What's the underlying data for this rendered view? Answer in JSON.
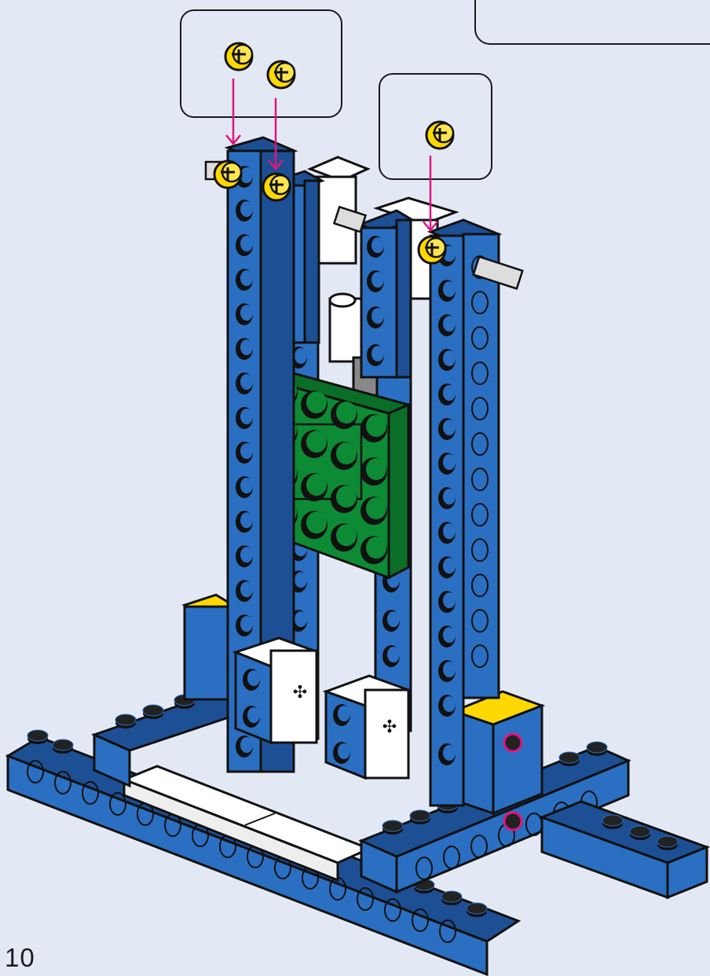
{
  "page": {
    "number": "10",
    "background": "#e3e9f4"
  },
  "colors": {
    "beam_blue": "#2a6fc1",
    "beam_blue_dark": "#1d4f94",
    "plate_green": "#0d8a34",
    "pin_yellow": "#ffd800",
    "arrow_magenta": "#e0147f",
    "white_brick": "#ffffff",
    "outline": "#111111"
  },
  "callouts": [
    {
      "id": "pins-pair",
      "parts": [
        "yellow-pin",
        "yellow-pin"
      ]
    },
    {
      "id": "pin-single",
      "parts": [
        "yellow-pin"
      ]
    }
  ]
}
